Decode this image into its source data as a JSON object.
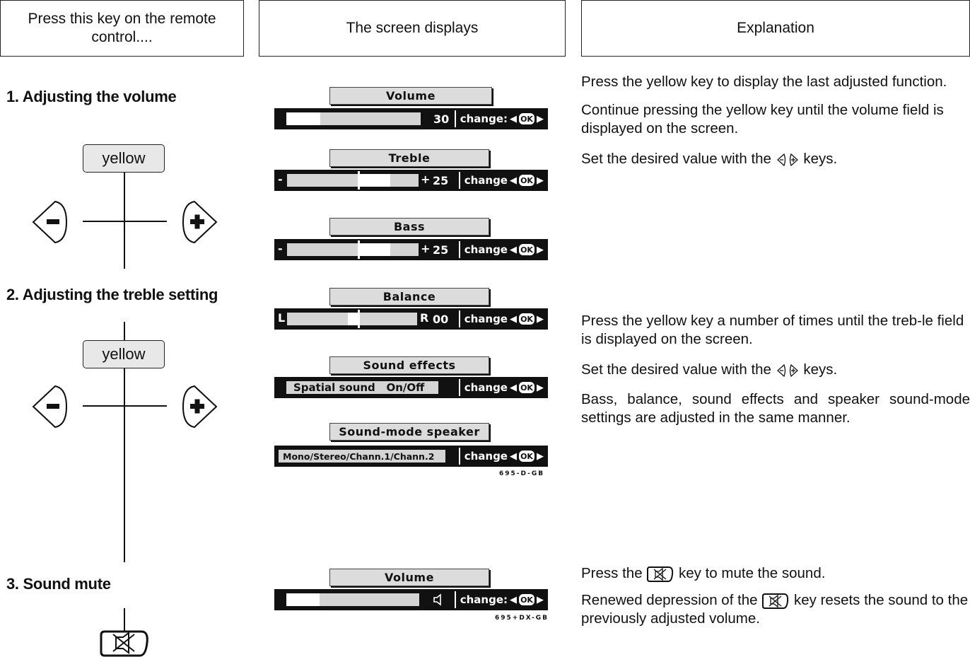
{
  "headers": {
    "col1": "Press this key on the remote control....",
    "col2": "The screen displays",
    "col3": "Explanation"
  },
  "sections": {
    "s1": "1. Adjusting the volume",
    "s2": "2. Adjusting the treble setting",
    "s3": "3. Sound mute"
  },
  "keys": {
    "yellow": "yellow"
  },
  "osd": {
    "volume": {
      "title": "Volume",
      "value": "30",
      "change": "change:",
      "level": 0.25
    },
    "treble": {
      "title": "Treble",
      "value": "25",
      "change": "change",
      "minus": "-",
      "plus": "+",
      "level": 0.25
    },
    "bass": {
      "title": "Bass",
      "value": "25",
      "change": "change",
      "minus": "-",
      "plus": "+",
      "level": 0.25
    },
    "balance": {
      "title": "Balance",
      "value": "00",
      "change": "change",
      "left": "L",
      "right": "R"
    },
    "effects": {
      "title": "Sound effects",
      "option": "Spatial sound   On/Off",
      "change": "change"
    },
    "speaker": {
      "title": "Sound-mode speaker",
      "option": "Mono/Stereo/Chann.1/Chann.2",
      "change": "change"
    },
    "code1": "695-D-GB",
    "mute": {
      "title": "Volume",
      "change": "change:",
      "level": 0.25
    },
    "code2": "695+DX-GB",
    "ok": "OK"
  },
  "explanation": {
    "p1": "Press the yellow key to display the last adjusted function.",
    "p2": "Continue pressing the yellow key until the volume field is displayed on the screen.",
    "p3a": "Set the desired value with the",
    "p3b": "keys.",
    "p4": "Press the yellow key a number of times until the treb-le field is displayed on the screen.",
    "p5a": "Set the desired value with the",
    "p5b": "keys.",
    "p6": "Bass, balance, sound effects and speaker sound-mode settings are adjusted in the same manner.",
    "p7a": "Press the",
    "p7b": "key to mute the sound.",
    "p8a": "Renewed depression of the",
    "p8b": "key resets the sound to the previously adjusted volume."
  }
}
